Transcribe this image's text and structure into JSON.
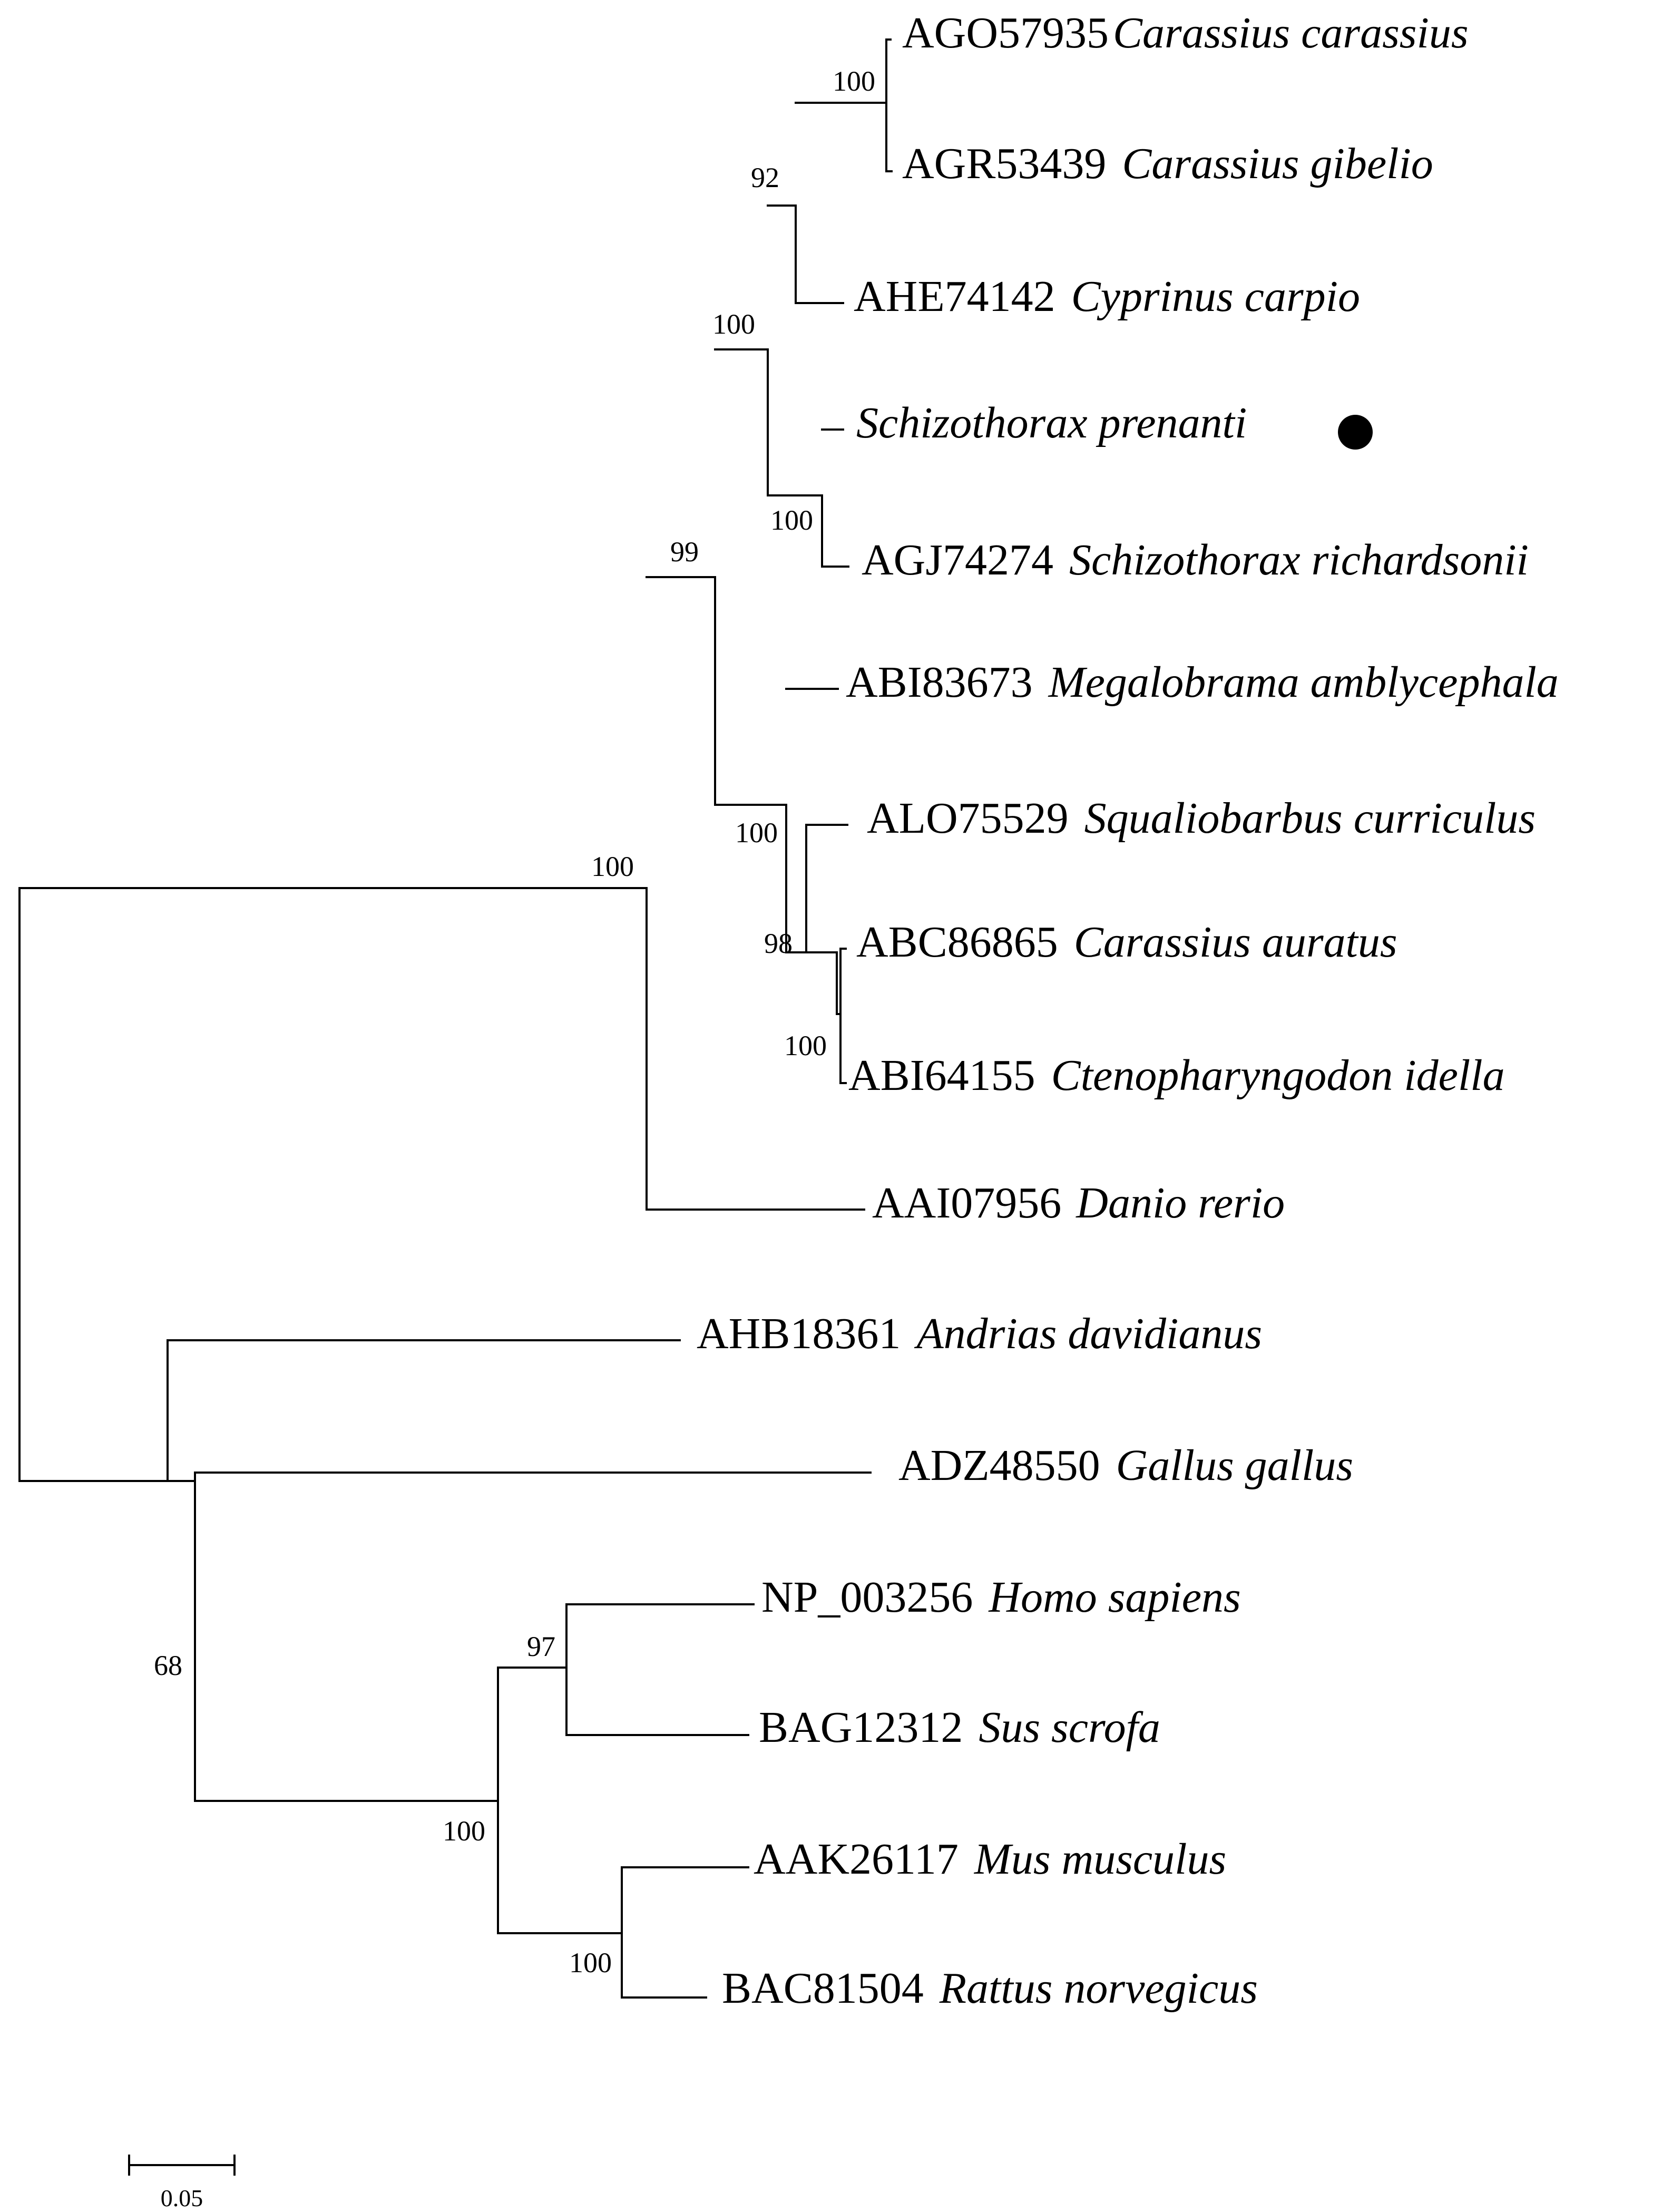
{
  "tree": {
    "taxa": [
      {
        "accession": "AGO57935",
        "species": "Carassius carassius"
      },
      {
        "accession": "AGR53439",
        "species": "Carassius gibelio"
      },
      {
        "accession": "AHE74142",
        "species": "Cyprinus carpio"
      },
      {
        "accession": "",
        "species": "Schizothorax prenanti",
        "marked": true
      },
      {
        "accession": "AGJ74274",
        "species": "Schizothorax richardsonii"
      },
      {
        "accession": "ABI83673",
        "species": "Megalobrama amblycephala"
      },
      {
        "accession": "ALO75529",
        "species": "Squaliobarbus curriculus"
      },
      {
        "accession": "ABC86865",
        "species": "Carassius auratus"
      },
      {
        "accession": "ABI64155",
        "species": "Ctenopharyngodon idella"
      },
      {
        "accession": "AAI07956",
        "species": "Danio rerio"
      },
      {
        "accession": "AHB18361",
        "species": "Andrias davidianus"
      },
      {
        "accession": "ADZ48550",
        "species": "Gallus gallus"
      },
      {
        "accession": "NP_003256",
        "species": "Homo sapiens"
      },
      {
        "accession": "BAG12312",
        "species": "Sus scrofa"
      },
      {
        "accession": "AAK26117",
        "species": "Mus musculus"
      },
      {
        "accession": "BAC81504",
        "species": "Rattus norvegicus"
      }
    ],
    "bootstrap": {
      "carassius_pair": "100",
      "carassius_cyprinus": "92",
      "schizothorax_pair": "100",
      "upper_cyprinid_clade": "100",
      "megalobrama_clade": "100",
      "squaliobarbus_clade": "98",
      "auratus_idella": "100",
      "cyprinid_clade": "99",
      "fish_clade": "100",
      "tetrapod_clade": "68",
      "human_pig": "97",
      "mammal_clade": "100",
      "mouse_rat": "100"
    },
    "scale_bar": {
      "label": "0.05",
      "value": 0.05
    },
    "marker": {
      "shape": "filled-circle",
      "color": "#000000"
    }
  }
}
